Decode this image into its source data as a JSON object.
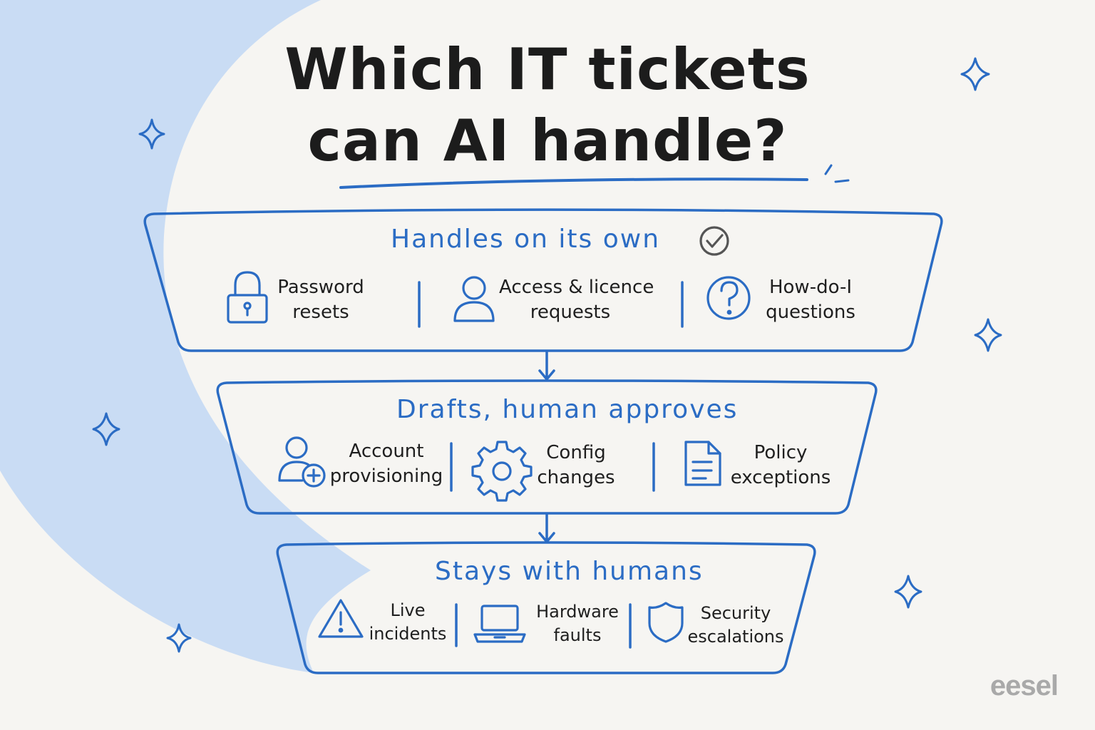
{
  "title": {
    "line1": "Which IT tickets",
    "line2": "can AI handle?"
  },
  "colors": {
    "accent": "#2b6cc4",
    "text": "#1f1f1f",
    "background": "#f6f5f2",
    "swoosh": "#c9dcf4",
    "check": "#555555",
    "brand": "#a9a9a9"
  },
  "tiers": [
    {
      "heading": "Handles on its own",
      "heading_icon": "check-circle-icon",
      "items": [
        {
          "icon": "lock-icon",
          "line1": "Password",
          "line2": "resets"
        },
        {
          "icon": "user-icon",
          "line1": "Access & licence",
          "line2": "requests"
        },
        {
          "icon": "question-icon",
          "line1": "How-do-I",
          "line2": "questions"
        }
      ]
    },
    {
      "heading": "Drafts, human approves",
      "items": [
        {
          "icon": "user-plus-icon",
          "line1": "Account",
          "line2": "provisioning"
        },
        {
          "icon": "gear-icon",
          "line1": "Config",
          "line2": "changes"
        },
        {
          "icon": "document-icon",
          "line1": "Policy",
          "line2": "exceptions"
        }
      ]
    },
    {
      "heading": "Stays with humans",
      "items": [
        {
          "icon": "warning-icon",
          "line1": "Live",
          "line2": "incidents"
        },
        {
          "icon": "laptop-icon",
          "line1": "Hardware",
          "line2": "faults"
        },
        {
          "icon": "shield-icon",
          "line1": "Security",
          "line2": "escalations"
        }
      ]
    }
  ],
  "brand": "eesel"
}
